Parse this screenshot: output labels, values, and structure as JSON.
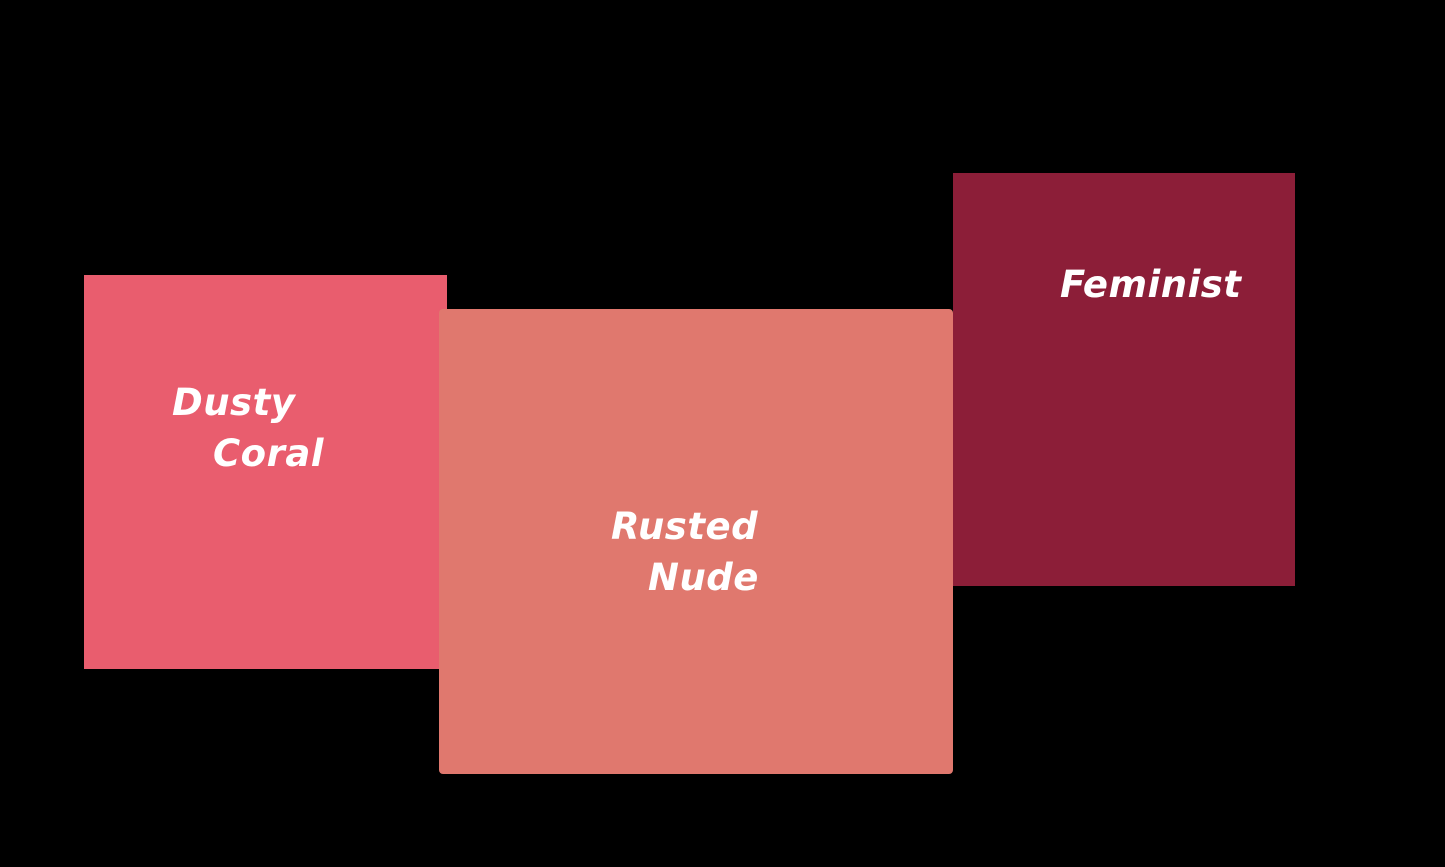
{
  "canvas": {
    "background_color": "#000000"
  },
  "palette": {
    "swatches": [
      {
        "name": "Dusty Coral",
        "label_lines": [
          "Dusty",
          "Coral"
        ],
        "color": "#E95D6E",
        "text_color": "#FFFFFF"
      },
      {
        "name": "Rusted Nude",
        "label_lines": [
          "Rusted",
          "Nude"
        ],
        "color": "#E0786E",
        "text_color": "#FFFFFF"
      },
      {
        "name": "Feminist",
        "label_lines": [
          "Feminist"
        ],
        "color": "#8C1E38",
        "text_color": "#FFFFFF"
      }
    ]
  }
}
